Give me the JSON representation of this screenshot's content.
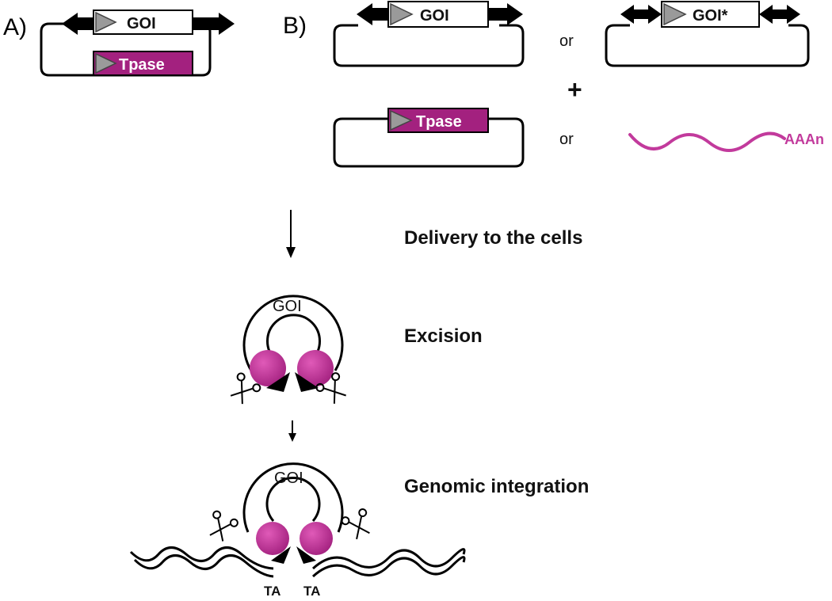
{
  "colors": {
    "transposase": "#a3217f",
    "transposase_light": "#e05ab8",
    "mrna": "#c23a9c",
    "line": "#000000",
    "promoter": "#9a9a9a"
  },
  "icons": [
    "scissors-icon",
    "promoter-arrow-icon",
    "itr-arrow-icon",
    "transposase-protein-icon",
    "dna-helix-icon"
  ],
  "panel_a": {
    "label": "A)",
    "goi_label": "GOI",
    "tpase_label": "Tpase"
  },
  "panel_b": {
    "label": "B)",
    "goi_label": "GOI",
    "goi_star_label": "GOI*",
    "or_top": "or",
    "plus": "+",
    "tpase_label": "Tpase",
    "or_bottom": "or",
    "mrna_label": "AAAn"
  },
  "steps": {
    "delivery": "Delivery to the cells",
    "excision": "Excision",
    "integration": "Genomic integration"
  },
  "excision_diagram": {
    "goi_label": "GOI"
  },
  "integration_diagram": {
    "goi_label": "GOI",
    "ta_left": "TA",
    "ta_right": "TA"
  }
}
